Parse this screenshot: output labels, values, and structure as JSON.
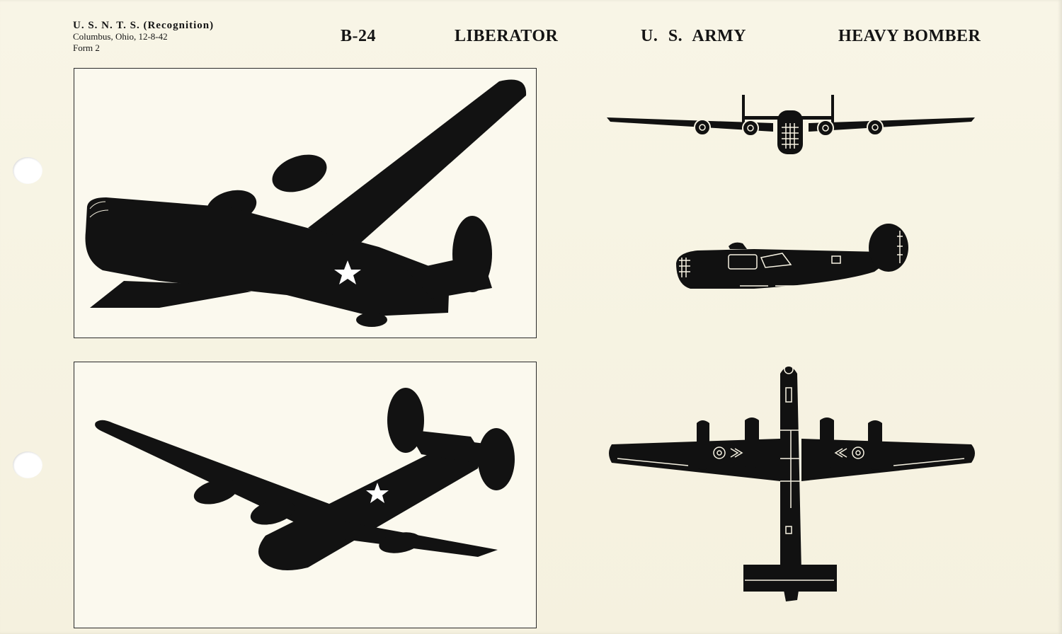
{
  "issuer": {
    "line1": "U. S. N. T. S. (Recognition)",
    "line2": "Columbus, Ohio, 12-8-42",
    "line3": "Form 2"
  },
  "header": {
    "designation": "B-24",
    "name": "LIBERATOR",
    "service": "U. S. ARMY",
    "type": "HEAVY BOMBER"
  },
  "colors": {
    "paper": "#f7f3e3",
    "ink": "#141414",
    "insignia_star": "#ffffff"
  },
  "figures": {
    "photo_top_icon": "bomber-silhouette-photo",
    "photo_bottom_icon": "bomber-silhouette-photo",
    "front_view_icon": "front-silhouette",
    "side_view_icon": "side-silhouette",
    "plan_view_icon": "plan-silhouette"
  }
}
